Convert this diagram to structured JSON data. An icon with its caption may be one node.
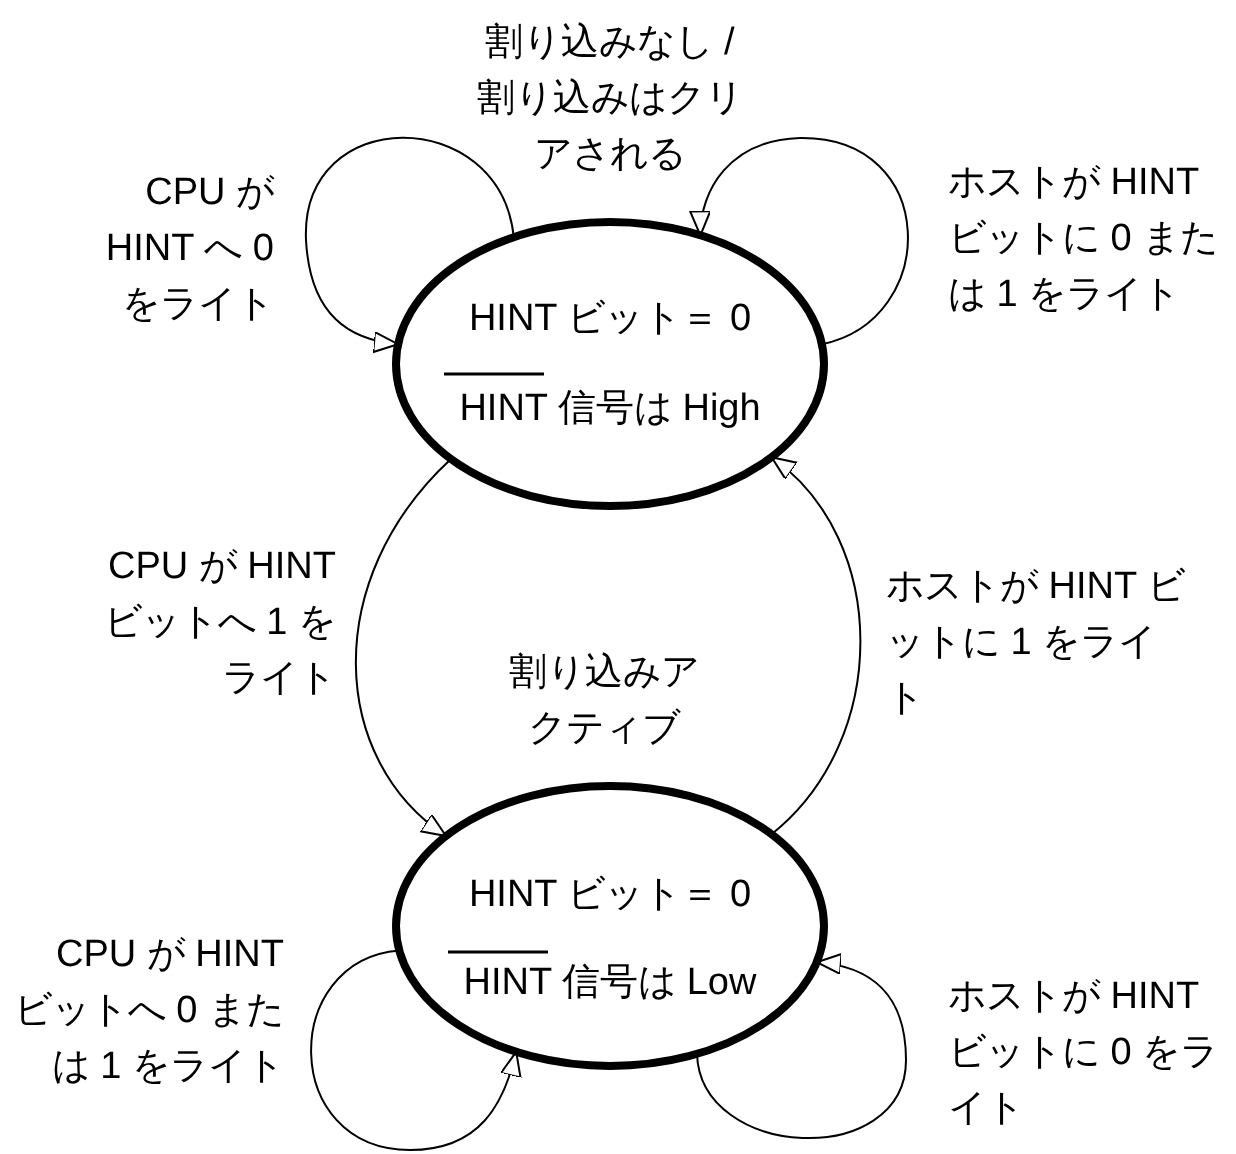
{
  "diagram": {
    "nodes": [
      {
        "text": [
          "HINT ビット＝ 0",
          "HINT 信号は High"
        ]
      },
      {
        "text": [
          "HINT ビット＝ 0",
          "HINT 信号は Low"
        ]
      }
    ],
    "edges": [
      {
        "from": 0,
        "to": 0,
        "arrow": "to",
        "label": "CPU が HINT へ 0 をライト"
      },
      {
        "from": 0,
        "to": 0,
        "arrow": "to",
        "label": "ホストが HINT ビットに 0 または 1 をライト"
      },
      {
        "from": 0,
        "to": 1,
        "arrow": "to",
        "label": "CPU が HINT ビットへ 1 をライト"
      },
      {
        "from": 1,
        "to": 0,
        "arrow": "to",
        "label": "ホストが HINT ビットに 1 をライト"
      },
      {
        "from": 1,
        "to": 1,
        "arrow": "to",
        "label": "CPU が HINT ビットへ 0 または 1 をライト"
      },
      {
        "from": 1,
        "to": 1,
        "arrow": "to",
        "label": "ホストが HINT ビットに 0 をライト"
      }
    ],
    "labels": [
      "割り込みなし / 割り込みはクリアされる",
      "割り込みアクティブ"
    ]
  }
}
